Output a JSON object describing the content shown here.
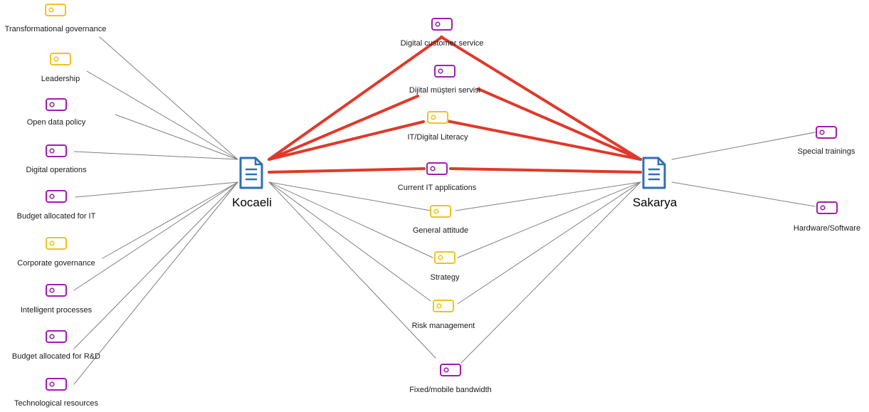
{
  "colors": {
    "strong_edge": "#e0392b",
    "weak_edge": "#808080",
    "purple_code": "#a21caf",
    "yellow_code": "#f0c419",
    "document": "#2f6fb5"
  },
  "documents": [
    {
      "id": "kocaeli",
      "label": "Kocaeli",
      "icon": "document-icon"
    },
    {
      "id": "sakarya",
      "label": "Sakarya",
      "icon": "document-icon"
    }
  ],
  "codes": [
    {
      "id": "transformational-governance",
      "label": "Transformational governance",
      "color": "yellow",
      "icon": "tag-icon"
    },
    {
      "id": "leadership",
      "label": "Leadership",
      "color": "yellow",
      "icon": "tag-icon"
    },
    {
      "id": "open-data-policy",
      "label": "Open data policy",
      "color": "purple",
      "icon": "tag-icon"
    },
    {
      "id": "digital-operations",
      "label": "Digital operations",
      "color": "purple",
      "icon": "tag-icon"
    },
    {
      "id": "budget-allocated-for-it",
      "label": "Budget allocated for IT",
      "color": "purple",
      "icon": "tag-icon"
    },
    {
      "id": "corporate-governance",
      "label": "Corporate governance",
      "color": "yellow",
      "icon": "tag-icon"
    },
    {
      "id": "intelligent-processes",
      "label": "Intelligent processes",
      "color": "purple",
      "icon": "tag-icon"
    },
    {
      "id": "budget-allocated-for-rd",
      "label": "Budget allocated for R&D",
      "color": "purple",
      "icon": "tag-icon"
    },
    {
      "id": "technological-resources",
      "label": "Technological resources",
      "color": "purple",
      "icon": "tag-icon"
    },
    {
      "id": "digital-customer-service",
      "label": "Digital customer service",
      "color": "purple",
      "icon": "tag-icon"
    },
    {
      "id": "dijital-musteri-servisi",
      "label": "Dijital müşteri servisi",
      "color": "purple",
      "icon": "tag-icon"
    },
    {
      "id": "it-digital-literacy",
      "label": "IT/Digital Literacy",
      "color": "yellow",
      "icon": "tag-icon"
    },
    {
      "id": "current-it-applications",
      "label": "Current IT applications",
      "color": "purple",
      "icon": "tag-icon"
    },
    {
      "id": "general-attitude",
      "label": "General attitude",
      "color": "yellow",
      "icon": "tag-icon"
    },
    {
      "id": "strategy",
      "label": "Strategy",
      "color": "yellow",
      "icon": "tag-icon"
    },
    {
      "id": "risk-management",
      "label": "Risk management",
      "color": "yellow",
      "icon": "tag-icon"
    },
    {
      "id": "fixed-mobile-bandwidth",
      "label": "Fixed/mobile bandwidth",
      "color": "purple",
      "icon": "tag-icon"
    },
    {
      "id": "special-trainings",
      "label": "Special trainings",
      "color": "purple",
      "icon": "tag-icon"
    },
    {
      "id": "hardware-software",
      "label": "Hardware/Software",
      "color": "purple",
      "icon": "tag-icon"
    }
  ],
  "edges": [
    {
      "from": "kocaeli",
      "to": "transformational-governance",
      "strength": "weak"
    },
    {
      "from": "kocaeli",
      "to": "leadership",
      "strength": "weak"
    },
    {
      "from": "kocaeli",
      "to": "open-data-policy",
      "strength": "weak"
    },
    {
      "from": "kocaeli",
      "to": "digital-operations",
      "strength": "weak"
    },
    {
      "from": "kocaeli",
      "to": "budget-allocated-for-it",
      "strength": "weak"
    },
    {
      "from": "kocaeli",
      "to": "corporate-governance",
      "strength": "weak"
    },
    {
      "from": "kocaeli",
      "to": "intelligent-processes",
      "strength": "weak"
    },
    {
      "from": "kocaeli",
      "to": "budget-allocated-for-rd",
      "strength": "weak"
    },
    {
      "from": "kocaeli",
      "to": "technological-resources",
      "strength": "weak"
    },
    {
      "from": "kocaeli",
      "to": "digital-customer-service",
      "strength": "strong"
    },
    {
      "from": "kocaeli",
      "to": "dijital-musteri-servisi",
      "strength": "strong"
    },
    {
      "from": "kocaeli",
      "to": "it-digital-literacy",
      "strength": "strong"
    },
    {
      "from": "kocaeli",
      "to": "current-it-applications",
      "strength": "strong"
    },
    {
      "from": "kocaeli",
      "to": "general-attitude",
      "strength": "weak"
    },
    {
      "from": "kocaeli",
      "to": "strategy",
      "strength": "weak"
    },
    {
      "from": "kocaeli",
      "to": "risk-management",
      "strength": "weak"
    },
    {
      "from": "kocaeli",
      "to": "fixed-mobile-bandwidth",
      "strength": "weak"
    },
    {
      "from": "sakarya",
      "to": "digital-customer-service",
      "strength": "strong"
    },
    {
      "from": "sakarya",
      "to": "dijital-musteri-servisi",
      "strength": "strong"
    },
    {
      "from": "sakarya",
      "to": "it-digital-literacy",
      "strength": "strong"
    },
    {
      "from": "sakarya",
      "to": "current-it-applications",
      "strength": "strong"
    },
    {
      "from": "sakarya",
      "to": "general-attitude",
      "strength": "weak"
    },
    {
      "from": "sakarya",
      "to": "strategy",
      "strength": "weak"
    },
    {
      "from": "sakarya",
      "to": "risk-management",
      "strength": "weak"
    },
    {
      "from": "sakarya",
      "to": "fixed-mobile-bandwidth",
      "strength": "weak"
    },
    {
      "from": "sakarya",
      "to": "special-trainings",
      "strength": "weak"
    },
    {
      "from": "sakarya",
      "to": "hardware-software",
      "strength": "weak"
    }
  ]
}
